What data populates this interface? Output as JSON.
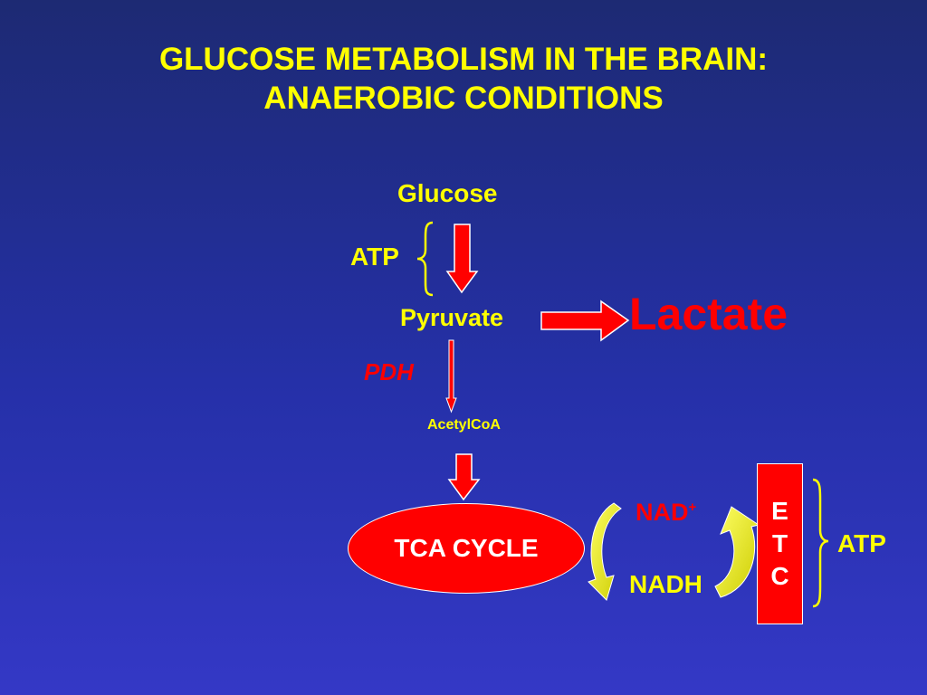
{
  "title": {
    "line1": "GLUCOSE METABOLISM IN THE BRAIN:",
    "line2": "ANAEROBIC CONDITIONS"
  },
  "diagram": {
    "glucose": "Glucose",
    "atp_left": "ATP",
    "pyruvate": "Pyruvate",
    "lactate": "Lactate",
    "pdh": "PDH",
    "acetylcoa": "AcetylCoA",
    "tca_cycle": "TCA CYCLE",
    "nad": "NAD",
    "nad_superscript": "+",
    "nadh": "NADH",
    "etc_letters": [
      "E",
      "T",
      "C"
    ],
    "atp_right": "ATP"
  },
  "colors": {
    "title": "#ffff00",
    "label": "#ffff00",
    "accent": "#ff0000",
    "cycle_arrow": "#e6e600"
  }
}
